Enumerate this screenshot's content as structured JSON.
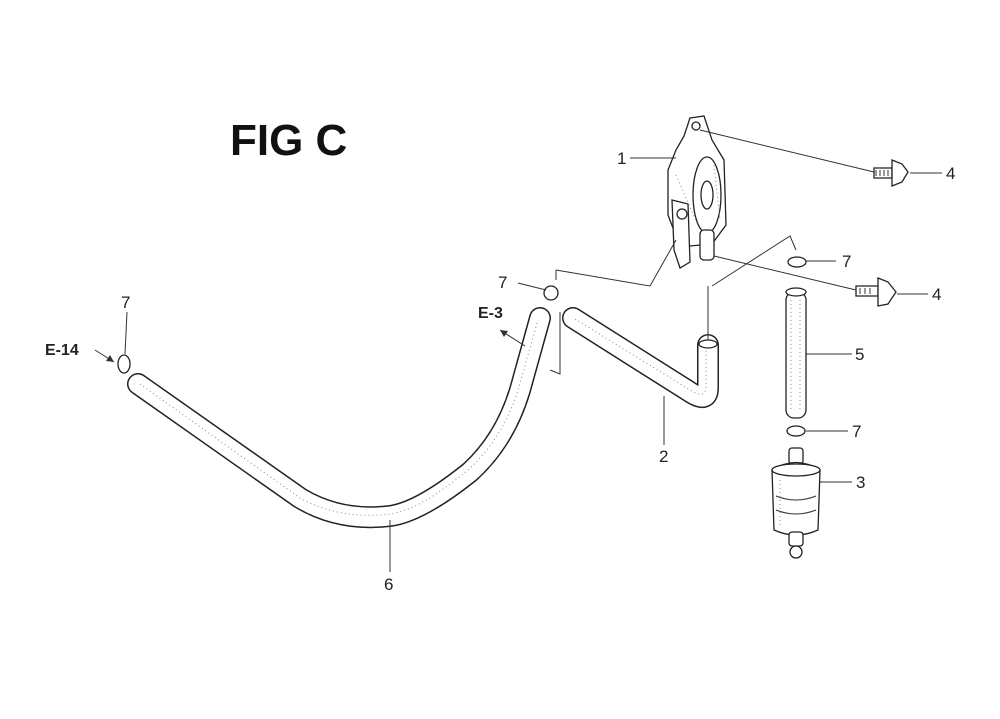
{
  "figure": {
    "title": "FIG C"
  },
  "callouts": {
    "pump": "1",
    "hose_2": "2",
    "filter": "3",
    "screw_top": "4",
    "screw_mid": "4",
    "hose_5": "5",
    "hose_6": "6",
    "clip_left": "7",
    "clip_mid": "7",
    "clip_right_top": "7",
    "clip_right_bottom": "7"
  },
  "references": {
    "left": "E-14",
    "center": "E-3"
  }
}
